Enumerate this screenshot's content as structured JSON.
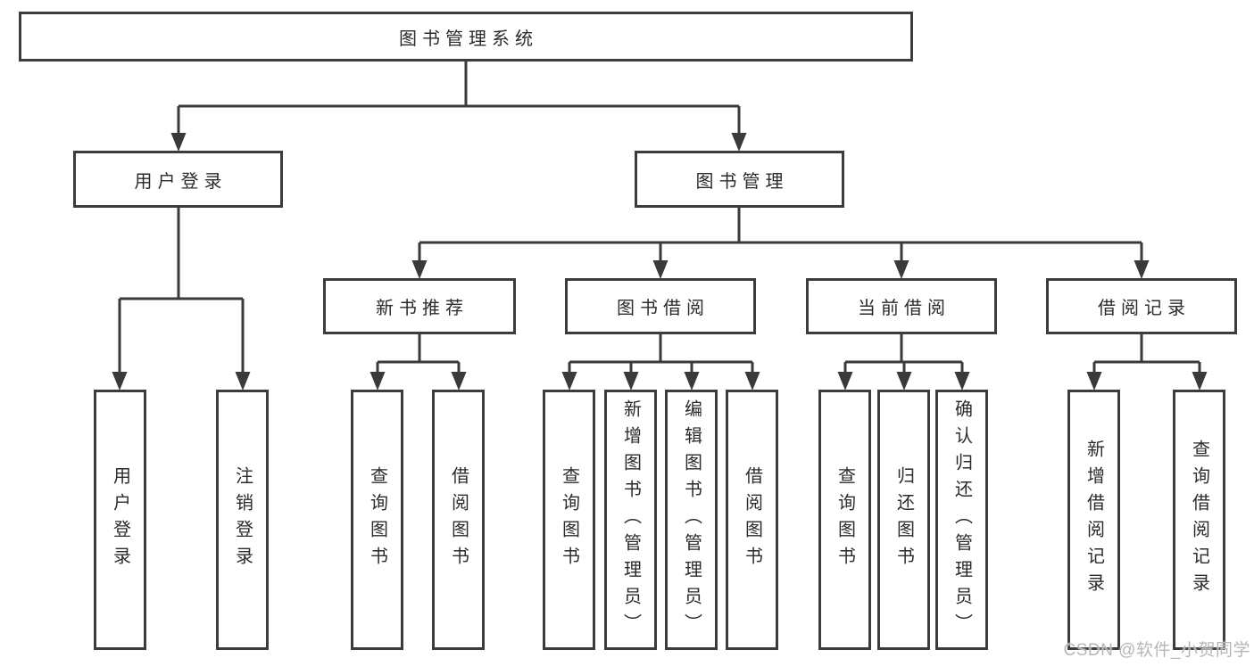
{
  "diagram": {
    "root": "图书管理系统",
    "user_login": {
      "label": "用户登录",
      "children": [
        "用户登录",
        "注销登录"
      ]
    },
    "book_mgmt": {
      "label": "图书管理",
      "groups": [
        {
          "label": "新书推荐",
          "children": [
            "查询图书",
            "借阅图书"
          ]
        },
        {
          "label": "图书借阅",
          "children": [
            "查询图书",
            "新增图书（管理员）",
            "编辑图书（管理员）",
            "借阅图书"
          ]
        },
        {
          "label": "当前借阅",
          "children": [
            "查询图书",
            "归还图书",
            "确认归还（管理员）"
          ]
        },
        {
          "label": "借阅记录",
          "children": [
            "新增借阅记录",
            "查询借阅记录"
          ]
        }
      ]
    }
  },
  "watermark": "CSDN @软件_小贺同学",
  "colors": {
    "line": "#3a3a3a",
    "box_border": "#3c3c3c",
    "text": "#2b2b2b",
    "watermark": "#b4b6ba",
    "background": "#ffffff"
  }
}
